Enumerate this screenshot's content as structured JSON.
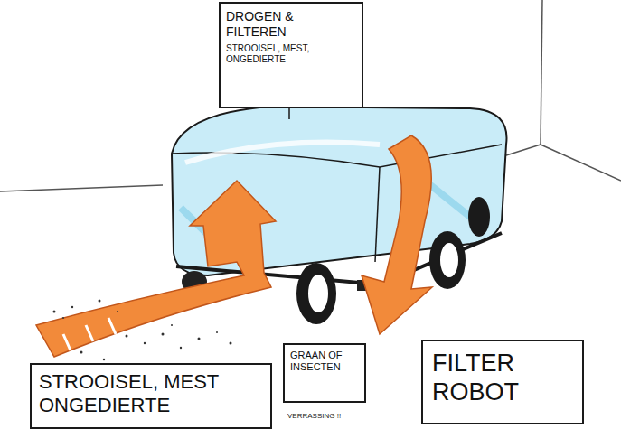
{
  "diagram": {
    "nodes": [
      {
        "text": [
          "DROGEN & FILTEREN",
          "STROOISEL, MEST, ONGEDIERTE"
        ]
      },
      {
        "text": [
          "STROOISEL, MEST ONGEDIERTE"
        ]
      },
      {
        "text": [
          "GRAAN OF INSECTEN"
        ]
      },
      {
        "text": [
          "FILTER ROBOT"
        ]
      }
    ],
    "labels": [
      "VERRASSING !!"
    ]
  }
}
